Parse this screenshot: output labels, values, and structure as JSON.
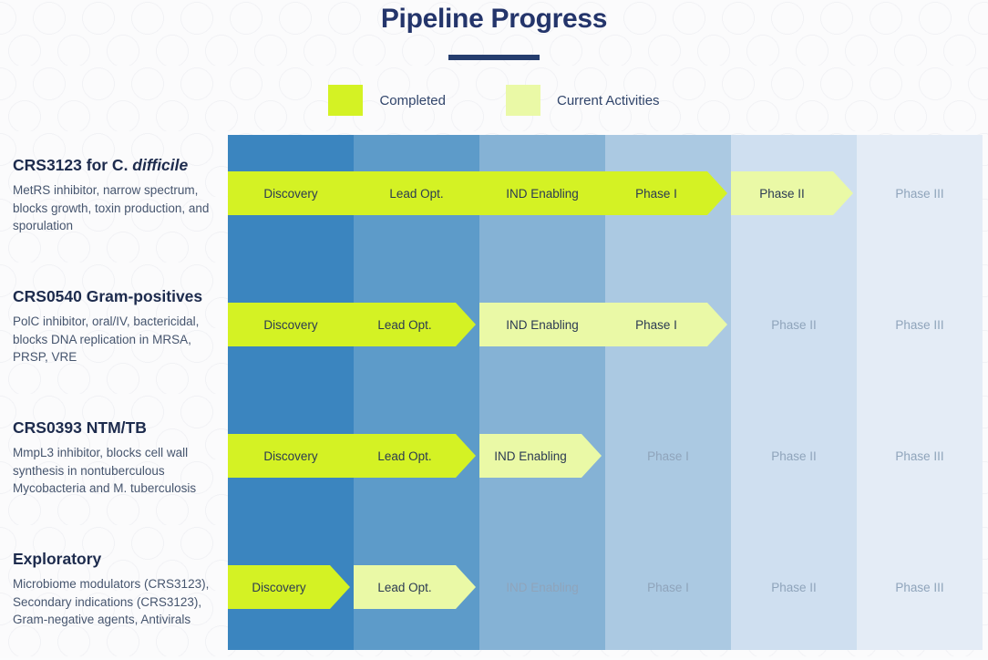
{
  "header": {
    "title": "Pipeline Progress"
  },
  "legend": {
    "items": [
      {
        "label": "Completed",
        "color": "#d4f224",
        "key": "completed"
      },
      {
        "label": "Current Activities",
        "color": "#eaf9a6",
        "key": "current"
      }
    ]
  },
  "chart_data": {
    "type": "table",
    "title": "Pipeline Progress",
    "stages": [
      "Discovery",
      "Lead Opt.",
      "IND Enabling",
      "Phase I",
      "Phase II",
      "Phase III"
    ],
    "stage_band_colors": [
      "#3b85bf",
      "#5d9bc9",
      "#85b2d5",
      "#abc9e2",
      "#cfdff0",
      "#e4ecf6"
    ],
    "status_legend": {
      "completed": "#d4f224",
      "current": "#eaf9a6",
      "inactive": "#8fa4bb"
    },
    "programs": [
      {
        "name": "CRS3123 for C. difficile",
        "name_plain": "CRS3123 for C. ",
        "name_italic": "difficile",
        "description": "MetRS inhibitor, narrow spectrum, blocks growth, toxin production, and sporulation",
        "completed_stages": [
          "Discovery",
          "Lead Opt.",
          "IND Enabling",
          "Phase I"
        ],
        "current_stages": [
          "Phase II"
        ],
        "inactive_stages": [
          "Phase III"
        ],
        "completed_count": 4,
        "current_count": 1
      },
      {
        "name": "CRS0540 Gram-positives",
        "name_plain": "CRS0540 Gram-positives",
        "name_italic": "",
        "description": "PolC inhibitor, oral/IV, bactericidal, blocks DNA replication in MRSA, PRSP, VRE",
        "completed_stages": [
          "Discovery",
          "Lead Opt."
        ],
        "current_stages": [
          "IND Enabling",
          "Phase I"
        ],
        "inactive_stages": [
          "Phase II",
          "Phase III"
        ],
        "completed_count": 2,
        "current_count": 2
      },
      {
        "name": "CRS0393 NTM/TB",
        "name_plain": "CRS0393 NTM/TB",
        "name_italic": "",
        "description": "MmpL3 inhibitor, blocks cell wall synthesis in nontuberculous Mycobacteria and M. tuberculosis",
        "completed_stages": [
          "Discovery",
          "Lead Opt."
        ],
        "current_stages": [
          "IND Enabling"
        ],
        "inactive_stages": [
          "Phase I",
          "Phase II",
          "Phase III"
        ],
        "completed_count": 2,
        "current_count": 1
      },
      {
        "name": "Exploratory",
        "name_plain": "Exploratory",
        "name_italic": "",
        "description": "Microbiome modulators (CRS3123), Secondary indications (CRS3123), Gram-negative agents, Antivirals",
        "completed_stages": [
          "Discovery"
        ],
        "current_stages": [
          "Lead Opt."
        ],
        "inactive_stages": [
          "IND Enabling",
          "Phase I",
          "Phase II",
          "Phase III"
        ],
        "completed_count": 1,
        "current_count": 1
      }
    ]
  }
}
